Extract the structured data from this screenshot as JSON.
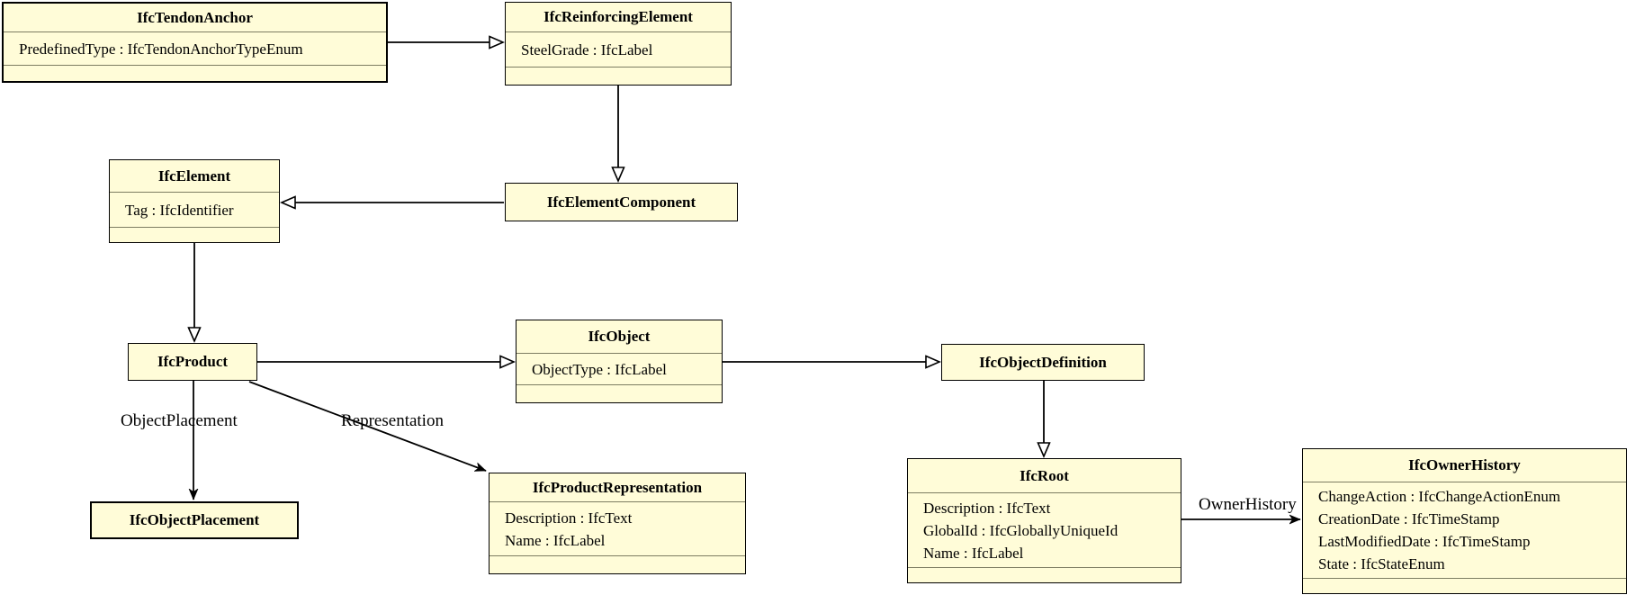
{
  "diagram": {
    "kind": "uml-class-diagram",
    "colors": {
      "node_fill": "#fffcd8",
      "node_border": "#000000",
      "compartment_separator": "#7d7d62",
      "edge": "#000000",
      "background": "#ffffff"
    }
  },
  "nodes": {
    "tendonAnchor": {
      "title": "IfcTendonAnchor",
      "attrs": [
        "PredefinedType : IfcTendonAnchorTypeEnum"
      ]
    },
    "reinforcingElement": {
      "title": "IfcReinforcingElement",
      "attrs": [
        "SteelGrade : IfcLabel"
      ]
    },
    "element": {
      "title": "IfcElement",
      "attrs": [
        "Tag : IfcIdentifier"
      ]
    },
    "elementComponent": {
      "title": "IfcElementComponent"
    },
    "product": {
      "title": "IfcProduct"
    },
    "object": {
      "title": "IfcObject",
      "attrs": [
        "ObjectType : IfcLabel"
      ]
    },
    "objectDefinition": {
      "title": "IfcObjectDefinition"
    },
    "objectPlacement": {
      "title": "IfcObjectPlacement"
    },
    "productRepresentation": {
      "title": "IfcProductRepresentation",
      "attrs": [
        "Description : IfcText",
        "Name : IfcLabel"
      ]
    },
    "root": {
      "title": "IfcRoot",
      "attrs": [
        "Description : IfcText",
        "GlobalId : IfcGloballyUniqueId",
        "Name : IfcLabel"
      ]
    },
    "ownerHistory": {
      "title": "IfcOwnerHistory",
      "attrs": [
        "ChangeAction : IfcChangeActionEnum",
        "CreationDate : IfcTimeStamp",
        "LastModifiedDate : IfcTimeStamp",
        "State : IfcStateEnum"
      ]
    }
  },
  "edge_labels": {
    "object_placement": "ObjectPlacement",
    "representation": "Representation",
    "owner_history": "OwnerHistory"
  }
}
